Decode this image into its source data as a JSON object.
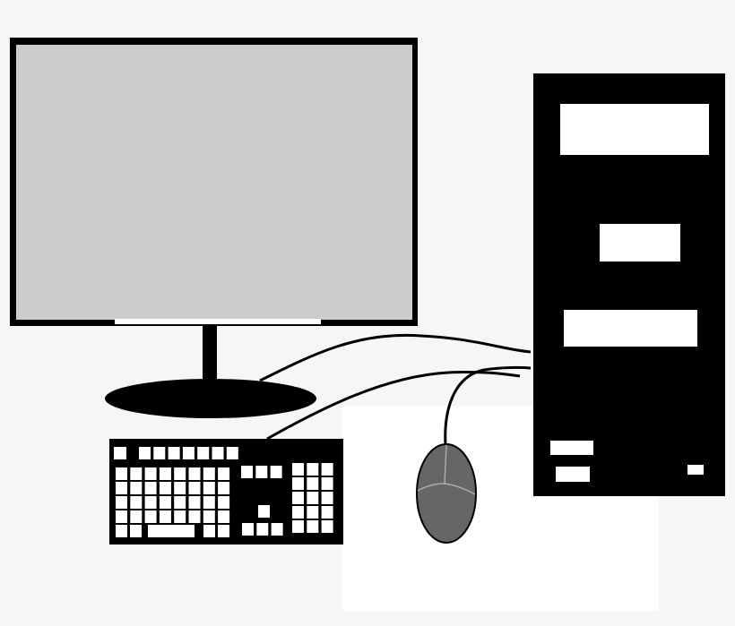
{
  "colors": {
    "background": "#f6f6f6",
    "paper": "#ffffff",
    "outline": "#000000",
    "screen": "#cccccc",
    "mouse": "#666666",
    "mouse_lines": "#aaaaaa"
  },
  "objects": [
    "monitor",
    "monitor-stand",
    "keyboard",
    "mouse",
    "computer-tower",
    "cables"
  ]
}
